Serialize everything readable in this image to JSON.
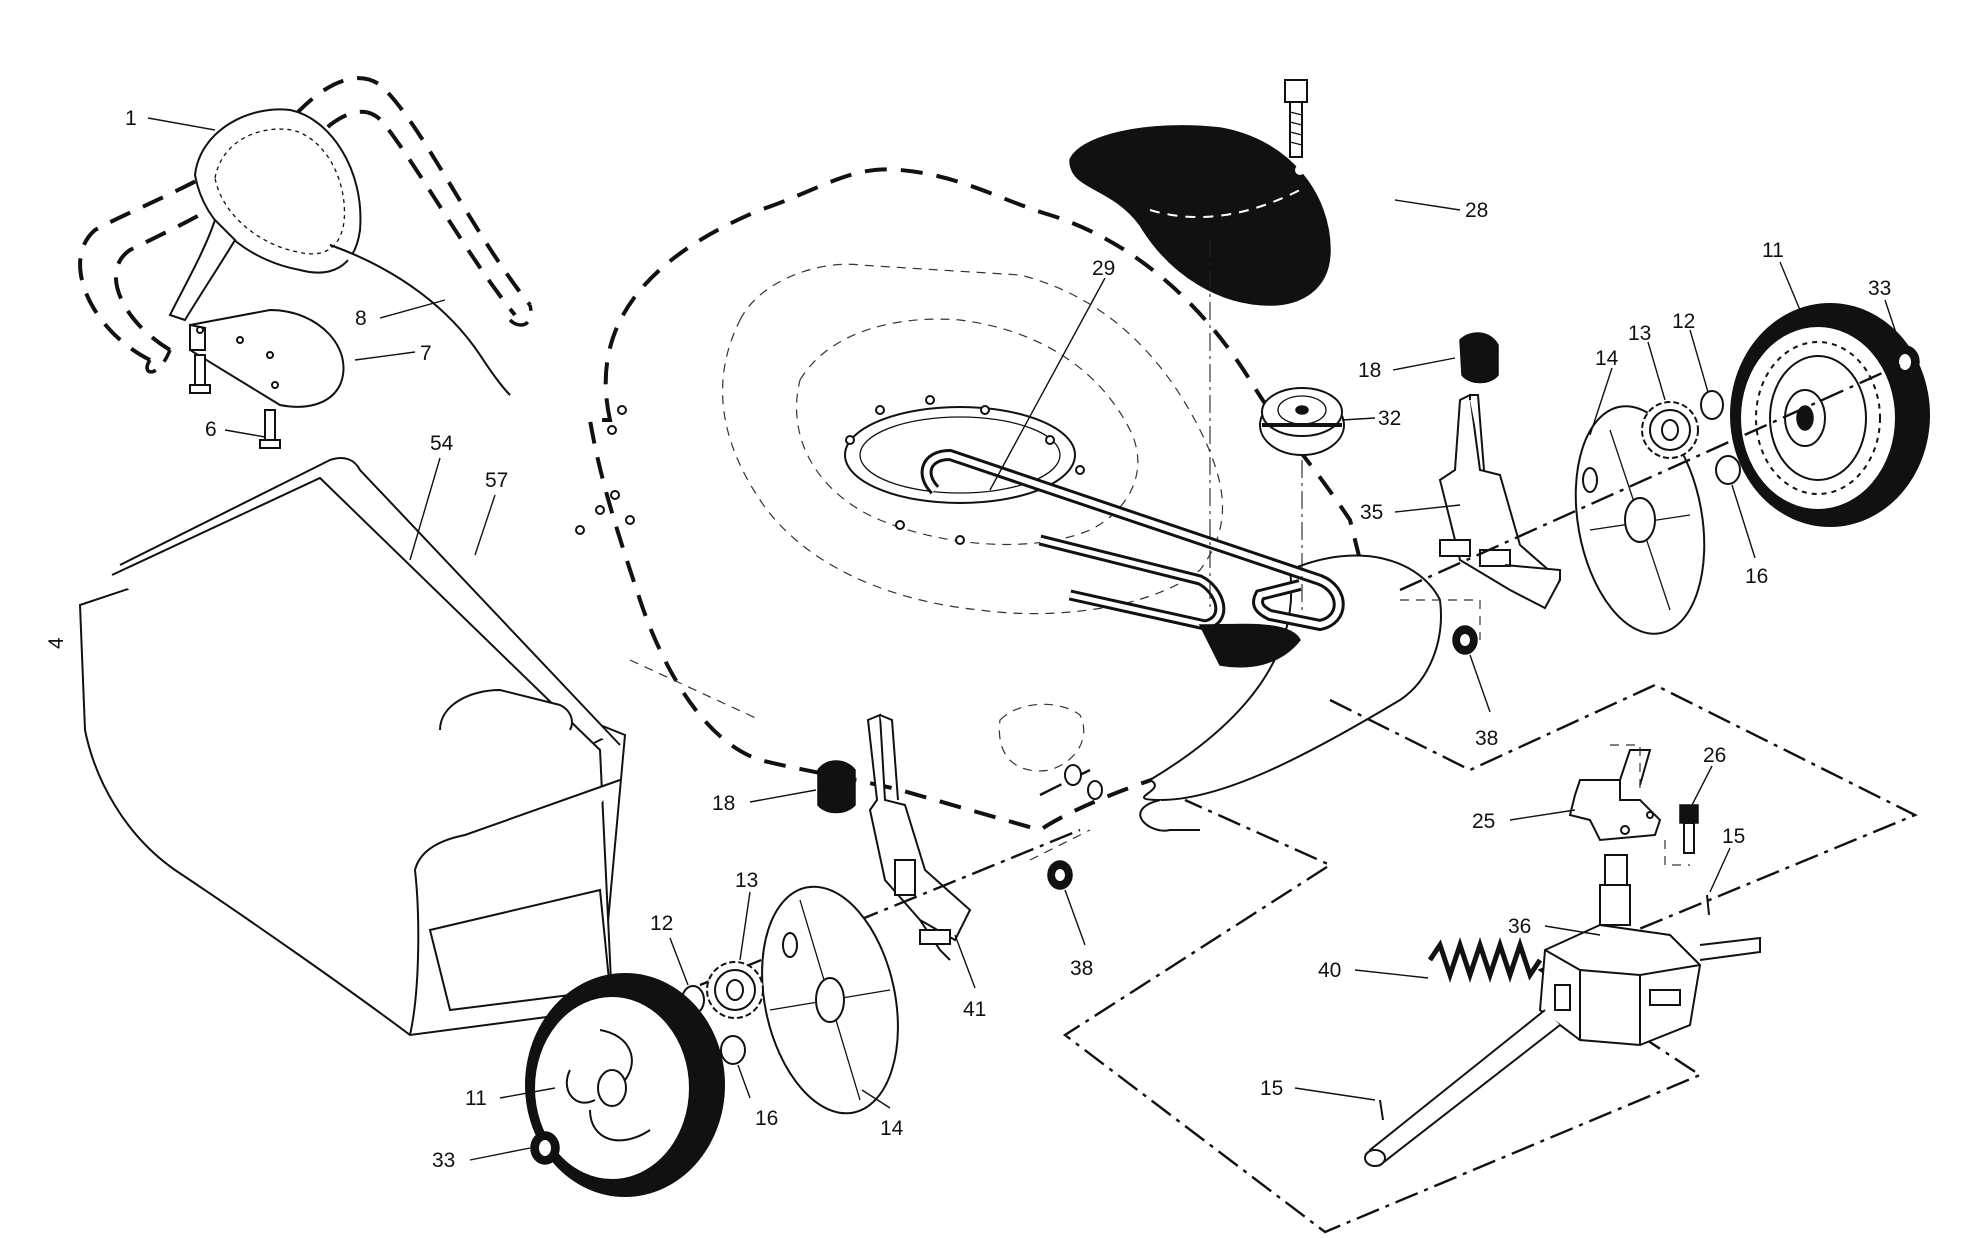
{
  "diagram": {
    "type": "exploded-parts-diagram",
    "callouts": [
      {
        "id": "c1",
        "label": "1"
      },
      {
        "id": "c8",
        "label": "8"
      },
      {
        "id": "c7",
        "label": "7"
      },
      {
        "id": "c6",
        "label": "6"
      },
      {
        "id": "c54",
        "label": "54"
      },
      {
        "id": "c57",
        "label": "57"
      },
      {
        "id": "c4",
        "label": "4"
      },
      {
        "id": "c29",
        "label": "29"
      },
      {
        "id": "c28",
        "label": "28"
      },
      {
        "id": "c18a",
        "label": "18"
      },
      {
        "id": "c32",
        "label": "32"
      },
      {
        "id": "c35",
        "label": "35"
      },
      {
        "id": "c14a",
        "label": "14"
      },
      {
        "id": "c13a",
        "label": "13"
      },
      {
        "id": "c12a",
        "label": "12"
      },
      {
        "id": "c11a",
        "label": "11"
      },
      {
        "id": "c33a",
        "label": "33"
      },
      {
        "id": "c16a",
        "label": "16"
      },
      {
        "id": "c38a",
        "label": "38"
      },
      {
        "id": "c18b",
        "label": "18"
      },
      {
        "id": "c13b",
        "label": "13"
      },
      {
        "id": "c12b",
        "label": "12"
      },
      {
        "id": "c41",
        "label": "41"
      },
      {
        "id": "c38b",
        "label": "38"
      },
      {
        "id": "c11b",
        "label": "11"
      },
      {
        "id": "c33b",
        "label": "33"
      },
      {
        "id": "c16b",
        "label": "16"
      },
      {
        "id": "c14b",
        "label": "14"
      },
      {
        "id": "c25",
        "label": "25"
      },
      {
        "id": "c26",
        "label": "26"
      },
      {
        "id": "c15a",
        "label": "15"
      },
      {
        "id": "c36",
        "label": "36"
      },
      {
        "id": "c40",
        "label": "40"
      },
      {
        "id": "c15b",
        "label": "15"
      }
    ]
  }
}
